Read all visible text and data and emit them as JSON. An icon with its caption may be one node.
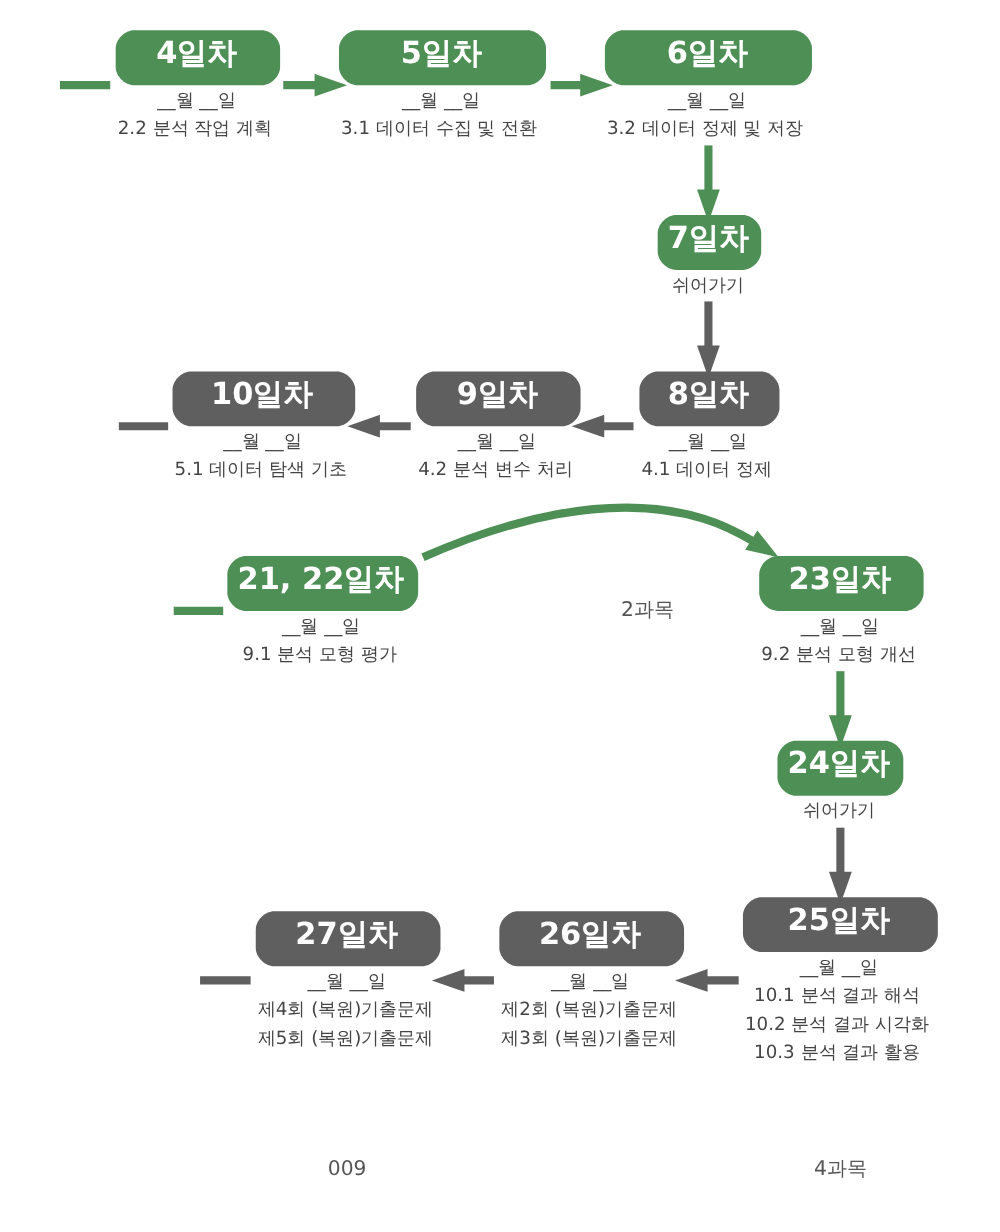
{
  "diagram": {
    "nodes": [
      {
        "text": [
          "4일차"
        ],
        "beside": [
          "__월 __일",
          "2.2 분석 작업 계획"
        ]
      },
      {
        "text": [
          "5일차"
        ],
        "beside": [
          "__월 __일",
          "3.1 데이터 수집 및 전환"
        ]
      },
      {
        "text": [
          "6일차"
        ],
        "beside": [
          "__월 __일",
          "3.2 데이터 정제 및 저장"
        ]
      },
      {
        "text": [
          "7일차"
        ],
        "beside": [
          "쉬어가기"
        ]
      },
      {
        "text": [
          "8일차"
        ],
        "beside": [
          "__월 __일",
          "4.1 데이터 정제"
        ]
      },
      {
        "text": [
          "9일차"
        ],
        "beside": [
          "__월 __일",
          "4.2 분석 변수 처리"
        ]
      },
      {
        "text": [
          "10일차"
        ],
        "beside": [
          "__월 __일",
          "5.1 데이터 탐색 기초"
        ]
      },
      {
        "text": [
          "21, 22일차"
        ],
        "beside": [
          "__월 __일",
          "9.1 분석 모형 평가"
        ]
      },
      {
        "text": [
          "23일차"
        ],
        "beside": [
          "__월 __일",
          "9.2 분석 모형 개선"
        ]
      },
      {
        "text": [
          "24일차"
        ],
        "beside": [
          "쉬어가기"
        ]
      },
      {
        "text": [
          "25일차"
        ],
        "beside": [
          "__월 __일",
          "10.1 분석 결과 해석",
          "10.2 분석 결과 시각화",
          "10.3 분석 결과 활용"
        ]
      },
      {
        "text": [
          "26일차"
        ],
        "beside": [
          "__월 __일",
          "제2회 (복원)기출문제",
          "제3회 (복원)기출문제"
        ]
      },
      {
        "text": [
          "27일차"
        ],
        "beside": [
          "__월 __일",
          "제4회 (복원)기출문제",
          "제5회 (복원)기출문제"
        ]
      }
    ],
    "edges": [
      {
        "from": null,
        "to": 0,
        "arrow": "none",
        "color": "#4e8f55"
      },
      {
        "from": 0,
        "to": 1,
        "arrow": "to",
        "color": "#4e8f55"
      },
      {
        "from": 1,
        "to": 2,
        "arrow": "to",
        "color": "#4e8f55"
      },
      {
        "from": 2,
        "to": 3,
        "arrow": "to",
        "color": "#4e8f55"
      },
      {
        "from": 3,
        "to": 4,
        "arrow": "to"
      },
      {
        "from": 4,
        "to": 5,
        "arrow": "to"
      },
      {
        "from": 5,
        "to": 6,
        "arrow": "to"
      },
      {
        "from": 6,
        "to": null,
        "arrow": "none"
      },
      {
        "from": null,
        "to": 7,
        "arrow": "none",
        "color": "#4e8f55"
      },
      {
        "from": 7,
        "to": 8,
        "arrow": "to",
        "color": "#4e8f55"
      },
      {
        "from": 8,
        "to": 9,
        "arrow": "to",
        "color": "#4e8f55"
      },
      {
        "from": 9,
        "to": 10,
        "arrow": "to"
      },
      {
        "from": 10,
        "to": 11,
        "arrow": "to"
      },
      {
        "from": 11,
        "to": 12,
        "arrow": "to"
      },
      {
        "from": 12,
        "to": null,
        "arrow": "none"
      }
    ],
    "labels": [
      "2과목",
      "4과목",
      "009"
    ]
  }
}
